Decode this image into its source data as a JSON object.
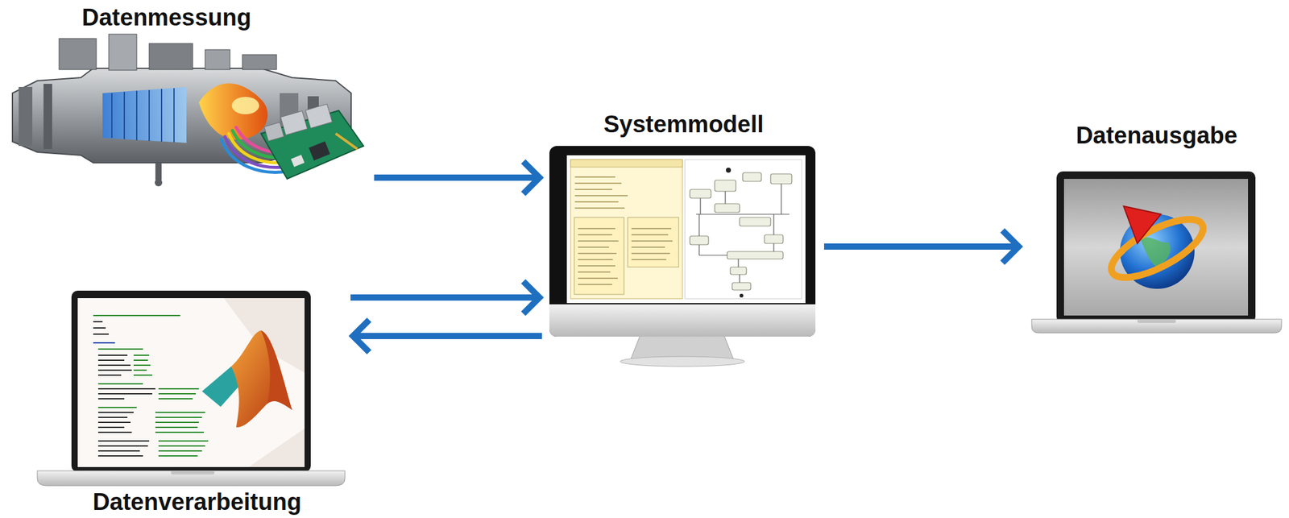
{
  "diagram": {
    "nodes": [
      {
        "text": [
          "Datenmessung"
        ]
      },
      {
        "text": [
          "Systemmodell"
        ]
      },
      {
        "text": [
          "Datenausgabe"
        ]
      },
      {
        "text": [
          "Datenverarbeitung"
        ]
      }
    ],
    "edges": [
      {
        "from": 0,
        "to": 1,
        "arrow": "to"
      },
      {
        "from": 3,
        "to": 1,
        "arrow": "to"
      },
      {
        "from": 1,
        "to": 3,
        "arrow": "to"
      },
      {
        "from": 1,
        "to": 2,
        "arrow": "to"
      }
    ]
  }
}
